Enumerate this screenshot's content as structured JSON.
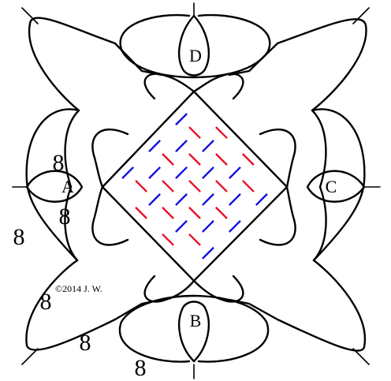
{
  "labels": {
    "a": "A",
    "b": "B",
    "c": "C",
    "d": "D"
  },
  "counts": [
    "8",
    "8",
    "8",
    "8",
    "8",
    "8"
  ],
  "copyright": "©2014 J. W.",
  "colors": {
    "outline": "#000000",
    "red_stripe": "#e8102a",
    "blue_stripe": "#1010e0"
  }
}
